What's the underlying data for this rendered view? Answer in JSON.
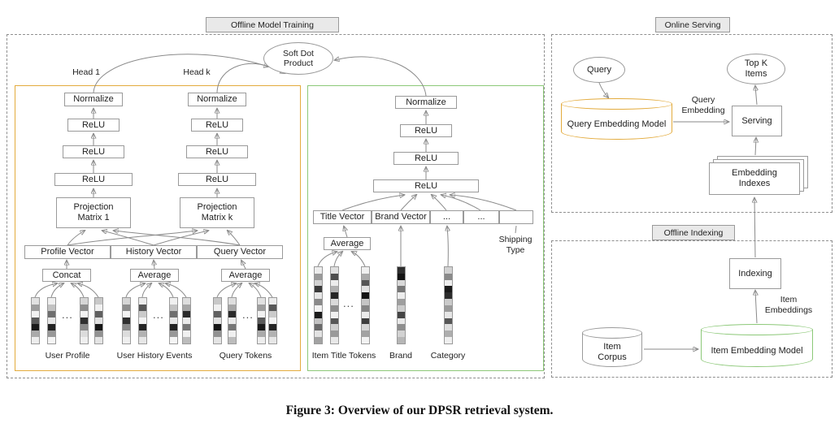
{
  "caption": "Figure 3: Overview of our DPSR retrieval system.",
  "training": {
    "region_label": "Offline Model Training",
    "soft_dot_product": "Soft Dot Product",
    "head_1_label": "Head 1",
    "head_k_label": "Head k",
    "head1": {
      "normalize": "Normalize",
      "relu_1": "ReLU",
      "relu_2": "ReLU",
      "relu_3": "ReLU",
      "projection": "Projection Matrix 1"
    },
    "headk": {
      "normalize": "Normalize",
      "relu_1": "ReLU",
      "relu_2": "ReLU",
      "relu_3": "ReLU",
      "projection": "Projection Matrix k"
    },
    "profile_vector": "Profile Vector",
    "history_vector": "History Vector",
    "query_vector": "Query Vector",
    "concat": "Concat",
    "average_history": "Average",
    "average_query": "Average",
    "ellipsis": "...",
    "user_profile_label": "User Profile",
    "user_history_label": "User History Events",
    "query_tokens_label": "Query Tokens",
    "item_tower": {
      "normalize": "Normalize",
      "relu_1": "ReLU",
      "relu_2": "ReLU",
      "relu_3": "ReLU",
      "title_vector": "Title Vector",
      "brand_vector": "Brand Vector",
      "dots_1": "...",
      "dots_2": "...",
      "bars_ellipsis": "...",
      "shipping_type": "Shipping Type",
      "average": "Average",
      "item_title_tokens_label": "Item Title Tokens",
      "brand_label": "Brand",
      "category_label": "Category"
    }
  },
  "online_serving": {
    "region_label": "Online Serving",
    "query": "Query",
    "query_embedding_model": "Query Embedding Model",
    "query_embedding_arrow_label": "Query Embedding",
    "serving": "Serving",
    "top_k_items": "Top K Items",
    "embedding_indexes": "Embedding Indexes"
  },
  "offline_indexing": {
    "region_label": "Offline Indexing",
    "indexing": "Indexing",
    "item_embeddings_arrow_label": "Item Embeddings",
    "item_corpus": "Item Corpus",
    "item_embedding_model": "Item Embedding Model"
  }
}
